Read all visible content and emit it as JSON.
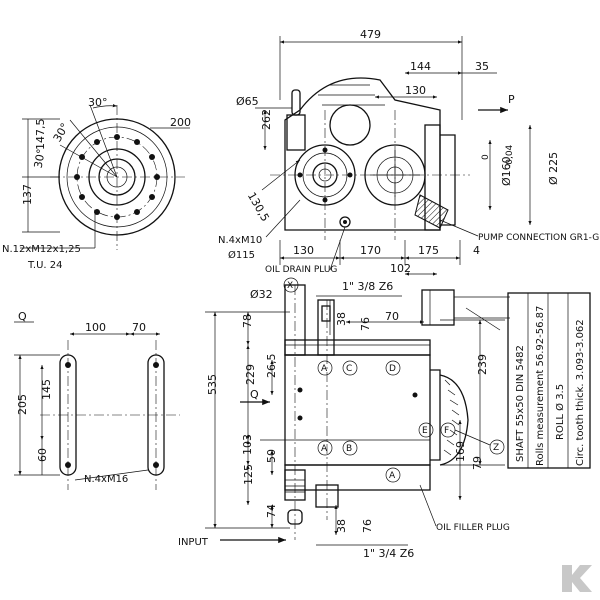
{
  "colors": {
    "ink": "#111111",
    "paper": "#ffffff",
    "logo": "#c8c8c8"
  },
  "front_view": {
    "angle_top": "30°",
    "angle_left_top": "30°",
    "angle_left": "30°",
    "dim_diameter": "200",
    "dim_height_upper": "147,5",
    "dim_height_lower": "137",
    "thread": "N.12xM12x1,25",
    "depth": "T.U. 24"
  },
  "side_view": {
    "overall_width": "479",
    "dim_144": "144",
    "dim_35": "35",
    "dim_130_top": "130",
    "pump_arrow": "P",
    "phi65": "Ø65",
    "dim_262": "262",
    "dim_130_5": "130,5",
    "bore_thread": "N.4xM10",
    "phi115": "Ø115",
    "phi160": "Ø160",
    "tol_upper": "0",
    "tol_lower": "-0,04",
    "phi225": "Ø 225",
    "dim_130_bottom": "130",
    "dim_170": "170",
    "dim_175": "175",
    "dim_4": "4",
    "pump_connection": "PUMP CONNECTION GR1-GR2",
    "oil_drain": "OIL DRAIN PLUG",
    "dim_102": "102"
  },
  "q_view": {
    "label": "Q",
    "dim_100": "100",
    "dim_70": "70",
    "dim_205": "205",
    "dim_145": "145",
    "dim_60": "60",
    "thread": "N.4xM16"
  },
  "top_view": {
    "phi32": "Ø32",
    "marker_x": "X",
    "thread_top": "1\" 3/8 Z6",
    "dim_38_top": "38",
    "dim_76_top": "76",
    "dim_70": "70",
    "dim_78": "78",
    "dim_26_5": "26,5",
    "dim_229": "229",
    "dim_535": "535",
    "dim_239": "239",
    "dim_103": "103",
    "dim_50": "50",
    "dim_125": "125",
    "dim_74": "74",
    "dim_169": "169",
    "dim_79": "79",
    "dim_38_bottom": "38",
    "dim_76_bottom": "76",
    "thread_bottom": "1\" 3/4 Z6",
    "q_arrow": "Q",
    "input": "INPUT",
    "oil_filler": "OIL FILLER PLUG",
    "marker_a": "A",
    "marker_b": "B",
    "marker_c": "C",
    "marker_d": "D",
    "marker_e": "E",
    "marker_f": "F",
    "marker_z": "Z"
  },
  "spec_box": {
    "line1": "SHAFT 55x50 DIN 5482",
    "line2": "Rolls measurement 56.92-56.87",
    "line3": "ROLL Ø 3.5",
    "line4": "Circ. tooth thick. 3.093-3.062"
  }
}
